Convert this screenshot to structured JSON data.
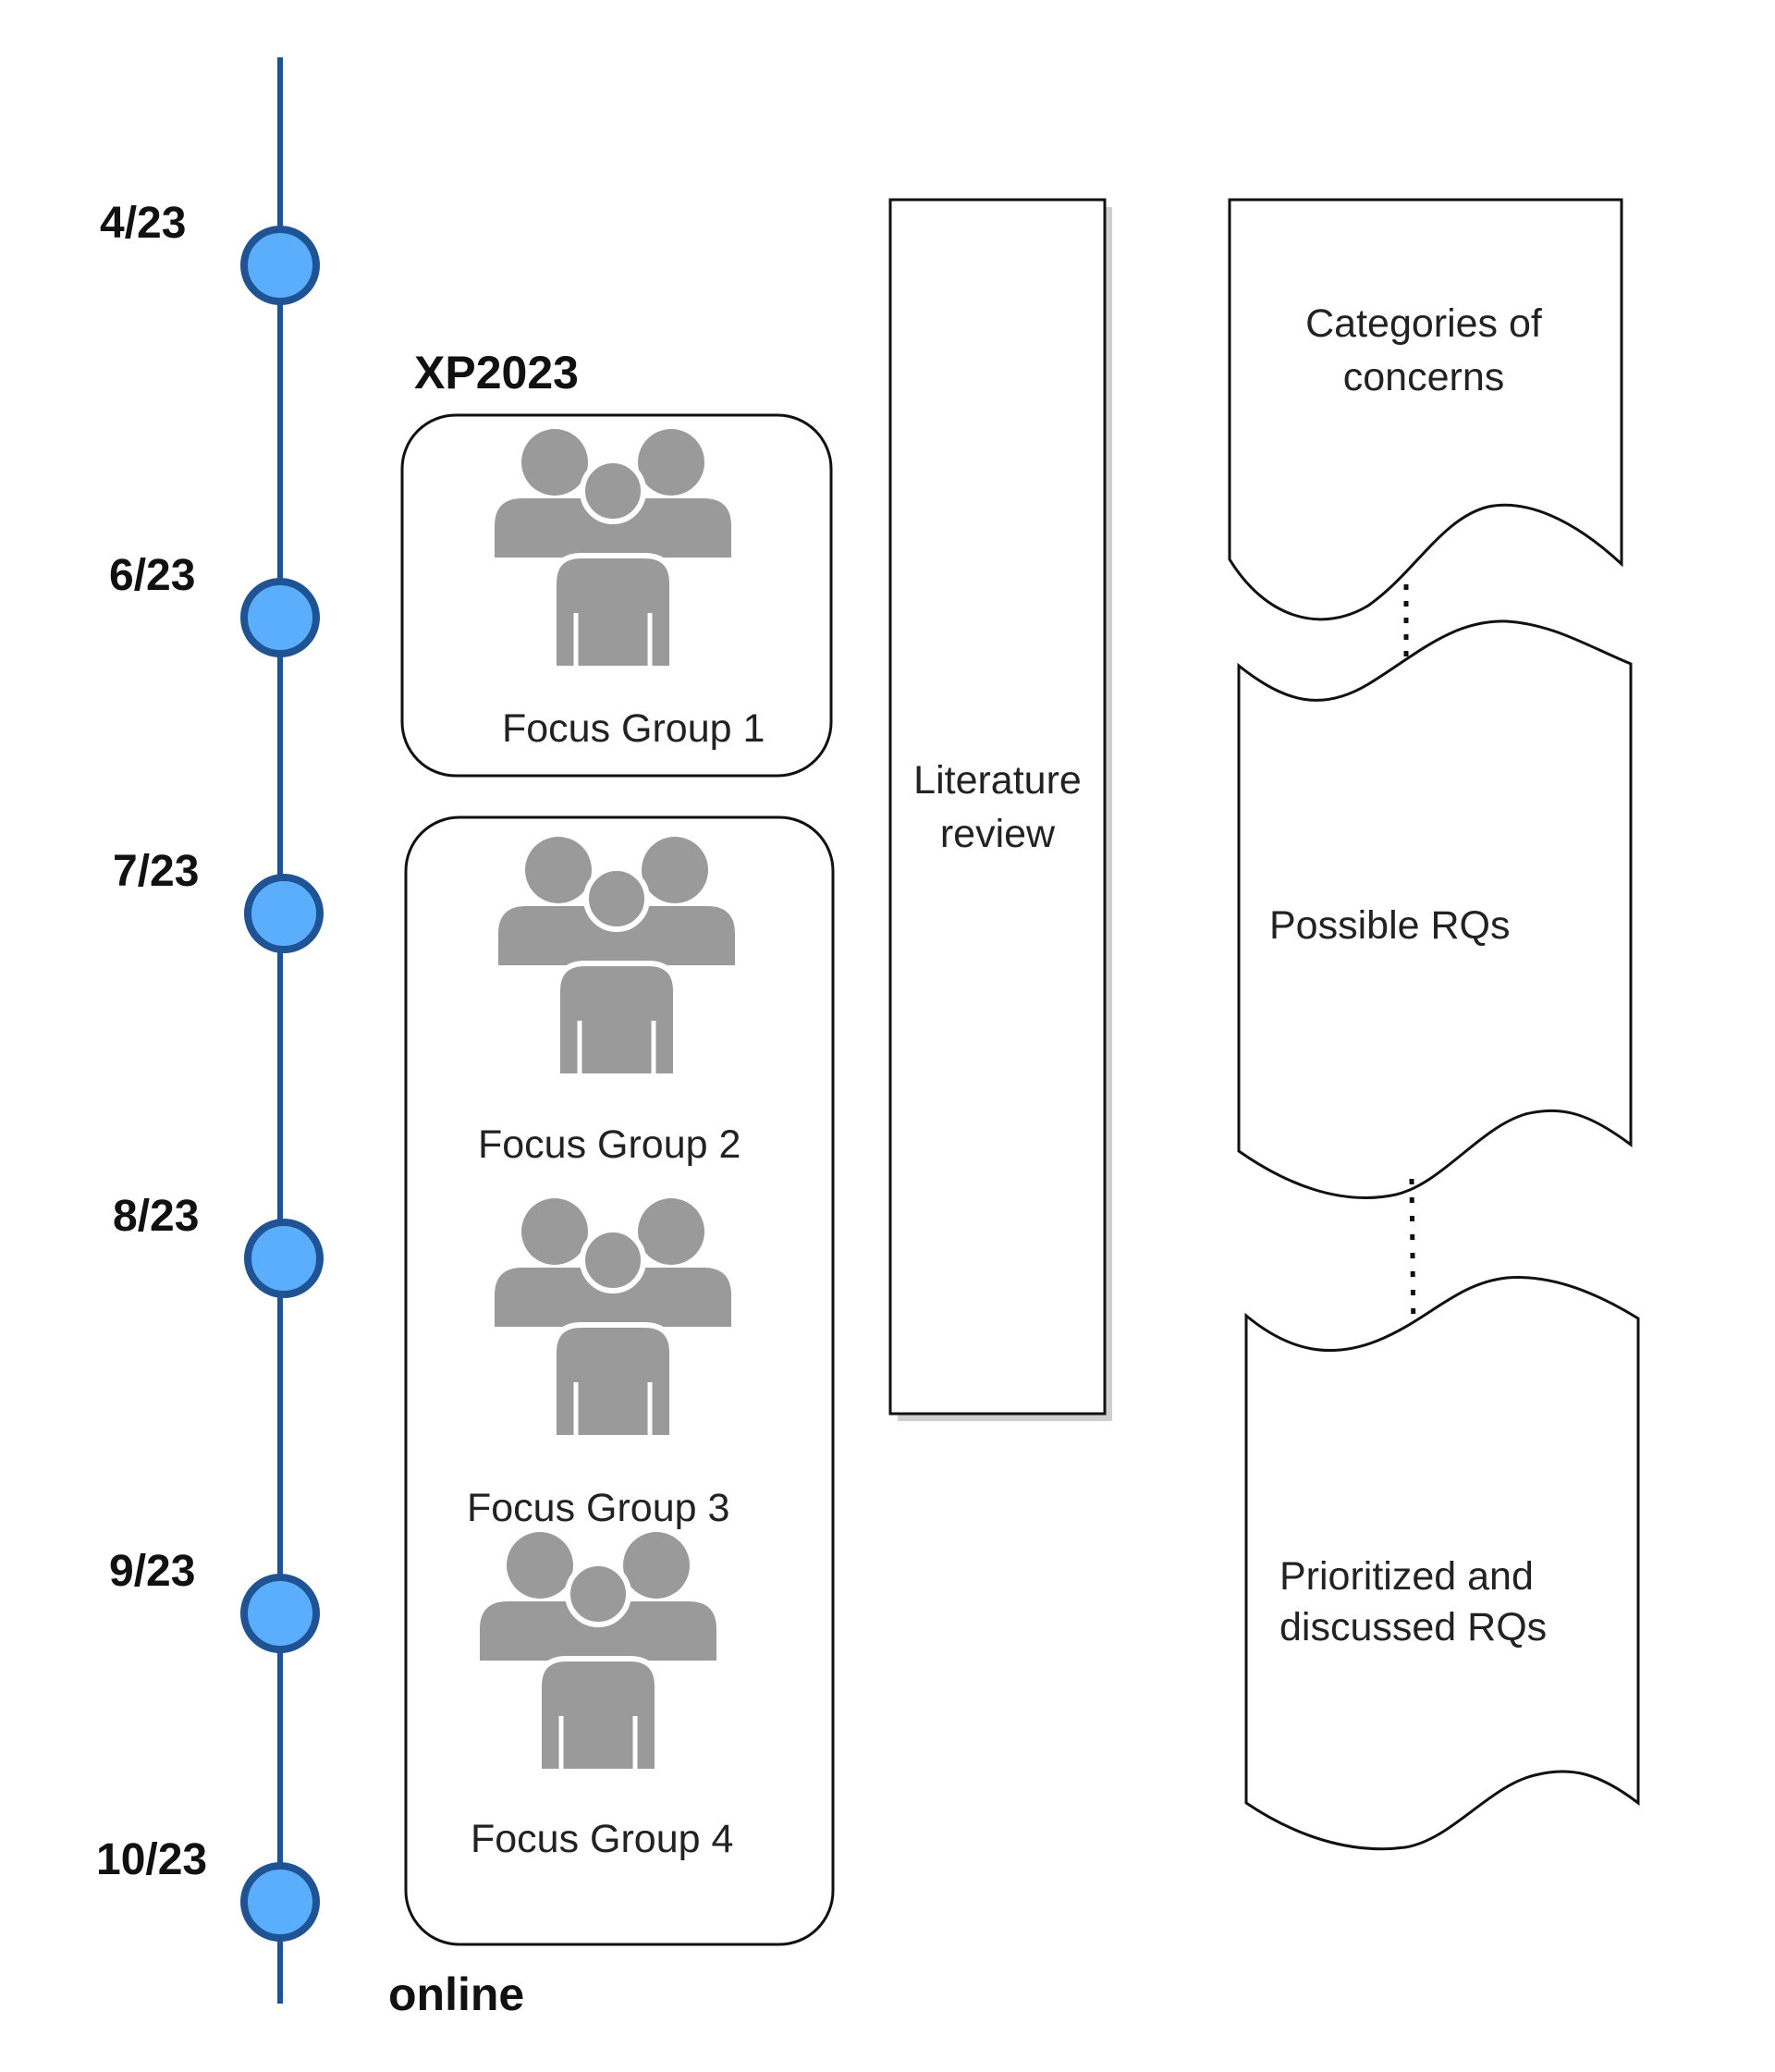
{
  "timeline": {
    "dates": [
      "4/23",
      "6/23",
      "7/23",
      "8/23",
      "9/23",
      "10/23"
    ],
    "node_color": "#5aaefb",
    "line_color": "#1f5394"
  },
  "groups": {
    "xp2023_label": "XP2023",
    "online_label": "online",
    "focus_groups": [
      "Focus Group 1",
      "Focus Group 2",
      "Focus Group 3",
      "Focus Group 4"
    ]
  },
  "literature_review": {
    "line1": "Literature",
    "line2": "review"
  },
  "documents": {
    "doc1": [
      "Categories of",
      "concerns"
    ],
    "doc2": [
      "Possible RQs"
    ],
    "doc3": [
      "Prioritized and",
      "discussed RQs"
    ]
  }
}
